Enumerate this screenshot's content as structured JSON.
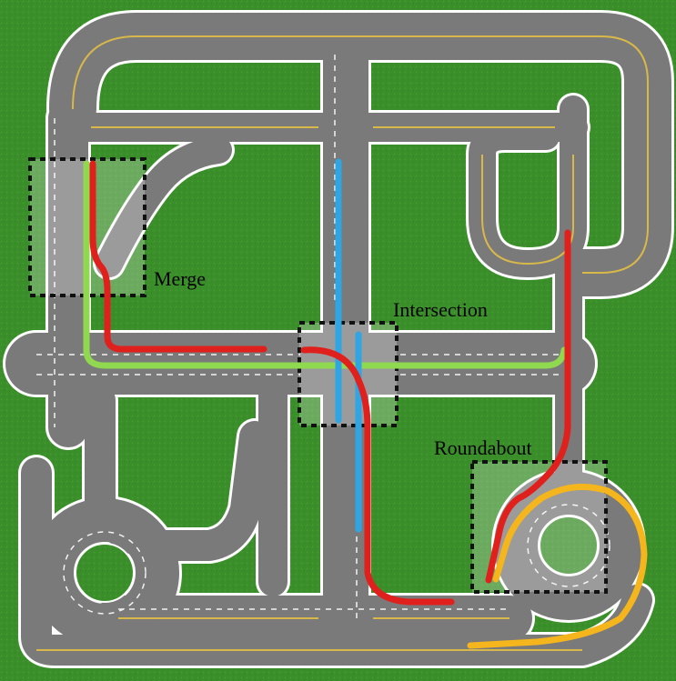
{
  "labels": {
    "merge": "Merge",
    "intersection": "Intersection",
    "roundabout": "Roundabout"
  },
  "colors": {
    "grass": "#3b8f2a",
    "road": "#7a7a7a",
    "road_edge": "#ffffff",
    "center_line": "#d9b84a",
    "lane_dash": "#f2f2f2",
    "route_red": "#e0201c",
    "route_green": "#8fd84f",
    "route_blue": "#2fa6e3",
    "route_orange": "#f5b51c",
    "highlight": "#ffffff",
    "box_border": "#111111"
  },
  "routes": [
    {
      "id": "red-route-left",
      "color": "route_red"
    },
    {
      "id": "red-route-center",
      "color": "route_red"
    },
    {
      "id": "red-route-right",
      "color": "route_red"
    },
    {
      "id": "green-route",
      "color": "route_green"
    },
    {
      "id": "blue-route-a",
      "color": "route_blue"
    },
    {
      "id": "blue-route-b",
      "color": "route_blue"
    },
    {
      "id": "orange-route",
      "color": "route_orange"
    }
  ]
}
